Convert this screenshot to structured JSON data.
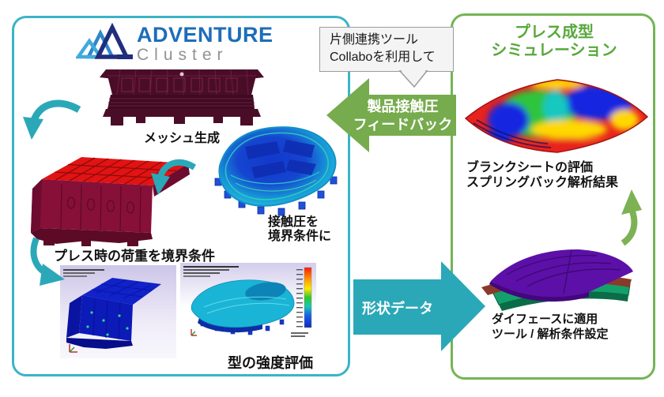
{
  "left_panel": {
    "logo_title": "ADVENTURE",
    "logo_subtitle": "Cluster",
    "caption_mesh": "メッシュ生成",
    "caption_press_load": "プレス時の荷重を境界条件",
    "caption_contact_1": "接触圧を",
    "caption_contact_2": "境界条件に",
    "caption_strength": "型の強度評価"
  },
  "right_panel": {
    "title_1": "プレス成型",
    "title_2": "シミュレーション",
    "caption_blank_1": "ブランクシートの評価",
    "caption_blank_2": "スプリングバック解析結果",
    "caption_dieface_1": "ダイフェースに適用",
    "caption_dieface_2": "ツール / 解析条件設定"
  },
  "callout": {
    "line1": "片側連携ツール",
    "line2": "Collaboを利用して"
  },
  "arrows": {
    "feedback_1": "製品接触圧",
    "feedback_2": "フィードバック",
    "shape_data": "形状データ"
  },
  "colors": {
    "teal_arrow": "#2ba8b8",
    "teal_border": "#3ab4c6",
    "green_arrow": "#76ab4e",
    "green_border": "#74b455",
    "green_title": "#58a83c",
    "logo_blue": "#1d6db9",
    "logo_navy": "#202e7c",
    "logo_light_blue": "#41aade",
    "logo_gray": "#909294",
    "mesh_maroon": "#4a0d28",
    "block_red": "#e21313",
    "block_wine": "#871038",
    "callout_bg": "#f4f4f4",
    "callout_border": "#9b9b9b"
  }
}
